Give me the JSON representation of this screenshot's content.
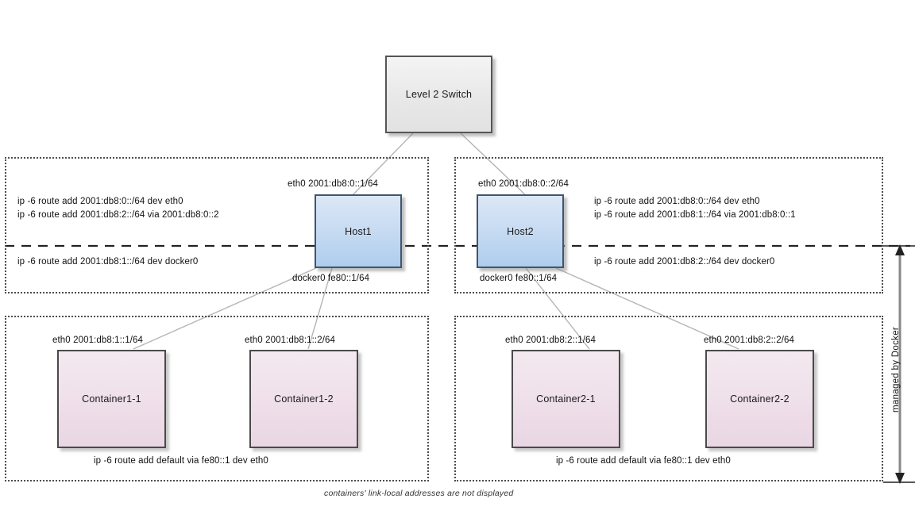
{
  "diagram": {
    "caption": "containers' link-local addresses are not displayed",
    "scope_label": "managed by Docker",
    "colors": {
      "switch_fill": "#ebebeb",
      "switch_border": "#555555",
      "host_fill": "#c9dcf2",
      "host_border": "#3f5570",
      "container_fill": "#efe0ea",
      "container_border": "#4a4a4a",
      "group_border": "#4d4d4d",
      "link_line": "#b0b0b0",
      "kernel_line": "#222222"
    }
  },
  "switch": {
    "label": "Level 2 Switch"
  },
  "hosts": [
    {
      "label": "Host1",
      "eth_label": "eth0 2001:db8:0::1/64",
      "docker_label": "docker0 fe80::1/64",
      "routes_above": [
        "ip -6 route add 2001:db8:0::/64 dev eth0",
        "ip -6 route add 2001:db8:2::/64 via  2001:db8:0::2"
      ],
      "routes_below": [
        "ip -6 route add 2001:db8:1::/64 dev docker0"
      ]
    },
    {
      "label": "Host2",
      "eth_label": "eth0 2001:db8:0::2/64",
      "docker_label": "docker0 fe80::1/64",
      "routes_above": [
        "ip -6 route add 2001:db8:0::/64 dev eth0",
        "ip -6 route add 2001:db8:1::/64 via  2001:db8:0::1"
      ],
      "routes_below": [
        "ip -6 route add 2001:db8:2::/64 dev docker0"
      ]
    }
  ],
  "container_groups": [
    {
      "default_route": "ip -6 route add default via fe80::1 dev eth0",
      "containers": [
        {
          "label": "Container1-1",
          "eth_label": "eth0 2001:db8:1::1/64"
        },
        {
          "label": "Container1-2",
          "eth_label": "eth0 2001:db8:1::2/64"
        }
      ]
    },
    {
      "default_route": "ip -6 route add default via fe80::1 dev eth0",
      "containers": [
        {
          "label": "Container2-1",
          "eth_label": "eth0 2001:db8:2::1/64"
        },
        {
          "label": "Container2-2",
          "eth_label": "eth0 2001:db8:2::2/64"
        }
      ]
    }
  ]
}
